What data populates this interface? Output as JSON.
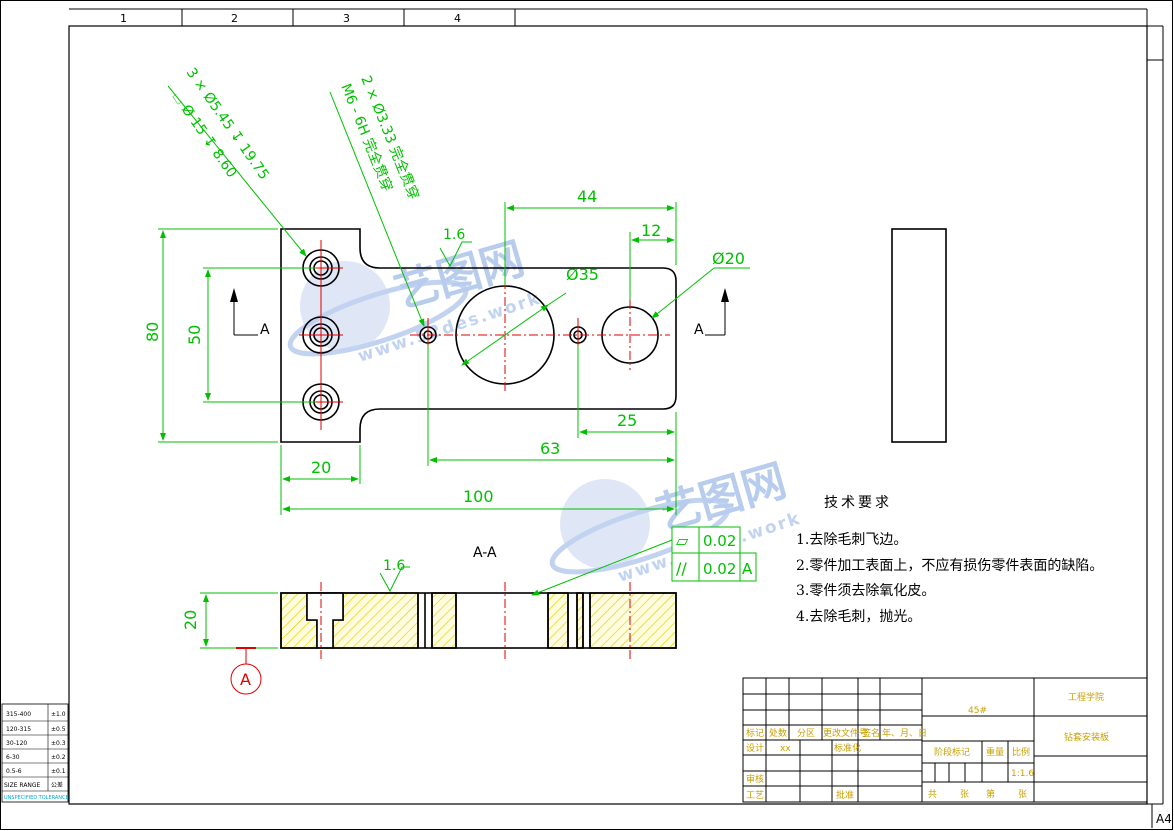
{
  "border": {
    "zones": [
      "1",
      "2",
      "3",
      "4"
    ],
    "sheet_size": "A4"
  },
  "dimensions": {
    "d80": "80",
    "d50": "50",
    "d20_left": "20",
    "d100": "100",
    "d63": "63",
    "d25": "25",
    "d44": "44",
    "d12": "12",
    "dia35": "Ø35",
    "dia20": "Ø20",
    "d20_section": "20"
  },
  "callouts": {
    "holes3_line1": "3 × Ø5.45 ↧ 19.75",
    "holes3_line2": "⌴ Ø 15 ↧ 8.60",
    "holes2_line1": "2 × Ø3.33 完全贯穿",
    "holes2_line2": "M6 - 6H 完全贯穿"
  },
  "roughness": {
    "top_view": "1.6",
    "section_view": "1.6"
  },
  "section": {
    "label": "A-A",
    "marker_left": "A",
    "marker_right": "A",
    "datum": "A"
  },
  "tolerance": {
    "row1_symbol": "⏥",
    "row1_value": "0.02",
    "row2_symbol": "//",
    "row2_value": "0.02",
    "row2_datum": "A"
  },
  "watermark": {
    "brand": "艺图网",
    "url": "www.52des.work"
  },
  "requirements": {
    "title": "技术要求",
    "items": [
      "1.去除毛刺飞边。",
      "2.零件加工表面上，不应有损伤零件表面的缺陷。",
      "3.零件须去除氧化皮。",
      "4.去除毛刺，抛光。"
    ]
  },
  "size_table": {
    "rows": [
      [
        "315-400",
        "±1.0"
      ],
      [
        "120-315",
        "±0.5"
      ],
      [
        "30-120",
        "±0.3"
      ],
      [
        "6-30",
        "±0.2"
      ],
      [
        "0.5-6",
        "±0.1"
      ],
      [
        "SIZE RANGE",
        "公差"
      ]
    ],
    "footer": "UNSPECIFIED TOLERANCE"
  },
  "title_block": {
    "material": "45#",
    "company": "工程学院",
    "part_name": "钻套安装板",
    "row_labels": [
      "标记",
      "处数",
      "分区",
      "更改文件号",
      "签名",
      "年、月、日"
    ],
    "design": "设计",
    "designer": "xx",
    "standard": "标准化",
    "review": "审核",
    "process": "工艺",
    "approve": "批准",
    "stage_mark": "阶段标记",
    "weight": "重量",
    "scale": "比例",
    "scale_value": "1:1.6",
    "total": "共",
    "sheets": "张",
    "page": "第",
    "sheet": "张"
  }
}
